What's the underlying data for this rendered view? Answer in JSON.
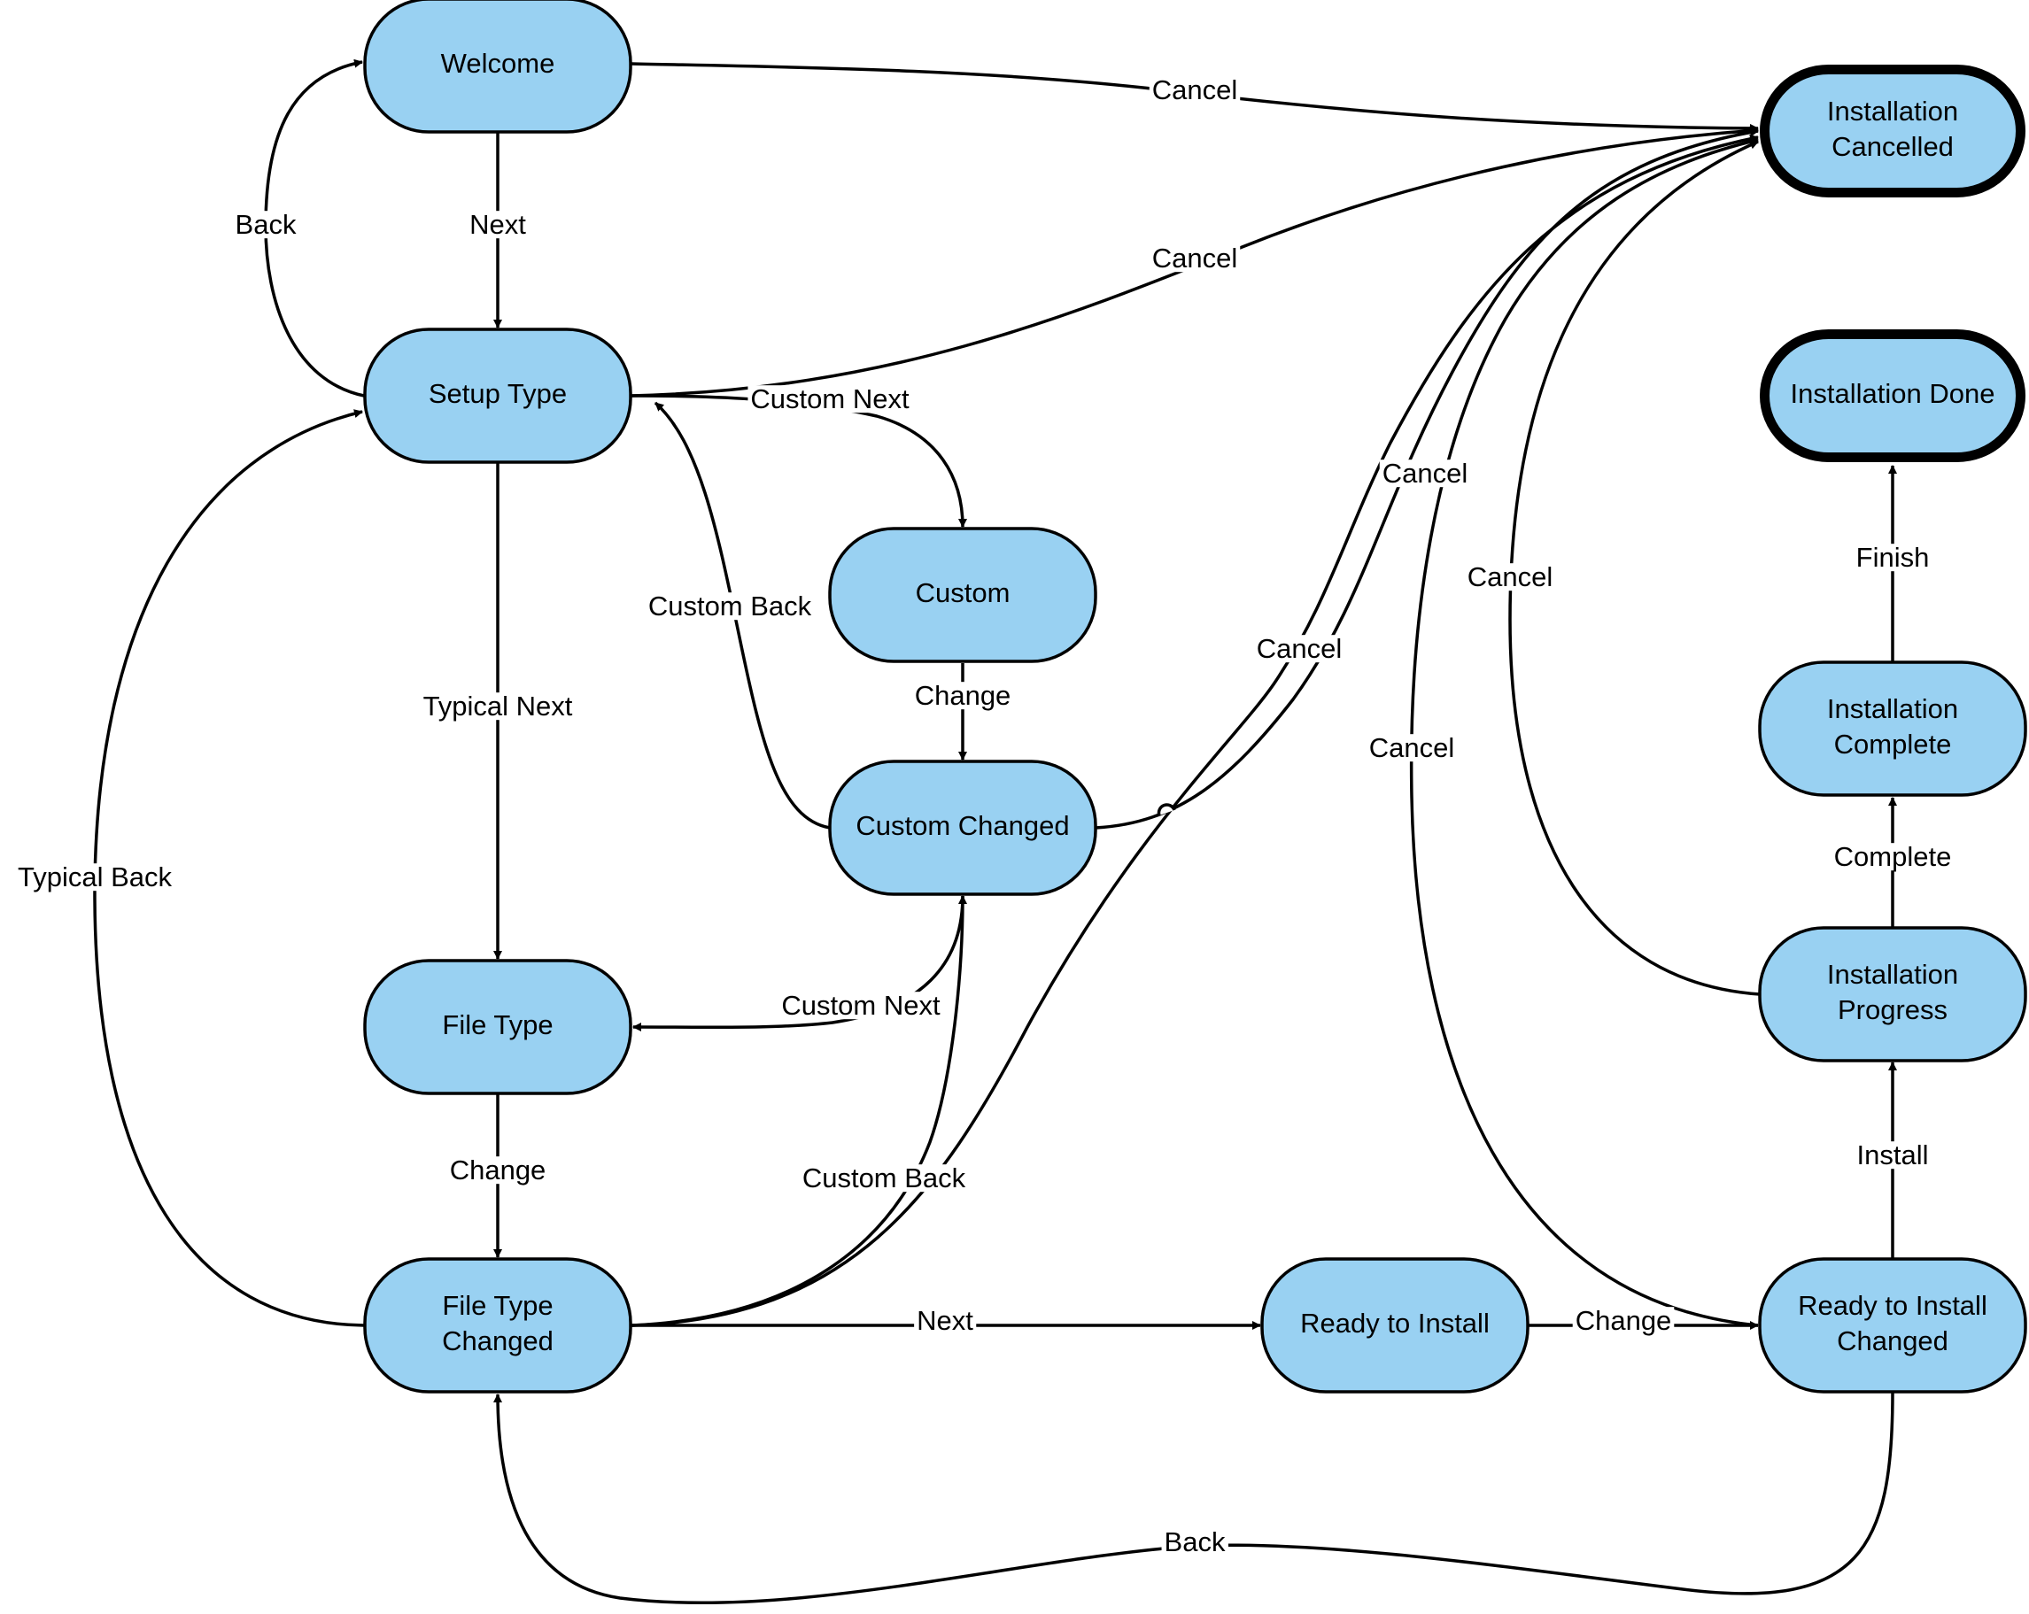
{
  "diagram": {
    "type": "state-machine",
    "colors": {
      "node_fill": "#99d1f2",
      "stroke": "#000000",
      "background": "#ffffff"
    },
    "nodes": [
      {
        "id": "welcome",
        "lines": [
          "Welcome"
        ],
        "terminal": false
      },
      {
        "id": "setup_type",
        "lines": [
          "Setup Type"
        ],
        "terminal": false
      },
      {
        "id": "custom",
        "lines": [
          "Custom"
        ],
        "terminal": false
      },
      {
        "id": "custom_changed",
        "lines": [
          "Custom Changed"
        ],
        "terminal": false
      },
      {
        "id": "file_type",
        "lines": [
          "File Type"
        ],
        "terminal": false
      },
      {
        "id": "file_type_changed",
        "lines": [
          "File Type",
          "Changed"
        ],
        "terminal": false
      },
      {
        "id": "ready_to_install",
        "lines": [
          "Ready to Install"
        ],
        "terminal": false
      },
      {
        "id": "ready_to_install_changed",
        "lines": [
          "Ready to Install",
          "Changed"
        ],
        "terminal": false
      },
      {
        "id": "installation_progress",
        "lines": [
          "Installation",
          "Progress"
        ],
        "terminal": false
      },
      {
        "id": "installation_complete",
        "lines": [
          "Installation",
          "Complete"
        ],
        "terminal": false
      },
      {
        "id": "installation_done",
        "lines": [
          "Installation Done"
        ],
        "terminal": true
      },
      {
        "id": "installation_cancelled",
        "lines": [
          "Installation",
          "Cancelled"
        ],
        "terminal": true
      }
    ],
    "edges": [
      {
        "id": "e1",
        "from": "welcome",
        "to": "setup_type",
        "label": "Next"
      },
      {
        "id": "e2",
        "from": "setup_type",
        "to": "welcome",
        "label": "Back"
      },
      {
        "id": "e3",
        "from": "welcome",
        "to": "installation_cancelled",
        "label": "Cancel"
      },
      {
        "id": "e4",
        "from": "setup_type",
        "to": "installation_cancelled",
        "label": "Cancel"
      },
      {
        "id": "e5",
        "from": "setup_type",
        "to": "custom",
        "label": "Custom Next"
      },
      {
        "id": "e6",
        "from": "custom_changed",
        "to": "setup_type",
        "label": "Custom Back"
      },
      {
        "id": "e7",
        "from": "custom",
        "to": "custom_changed",
        "label": "Change"
      },
      {
        "id": "e8",
        "from": "setup_type",
        "to": "file_type",
        "label": "Typical Next"
      },
      {
        "id": "e9",
        "from": "file_type_changed",
        "to": "setup_type",
        "label": "Typical Back"
      },
      {
        "id": "e10",
        "from": "custom_changed",
        "to": "file_type",
        "label": "Custom Next"
      },
      {
        "id": "e11",
        "from": "file_type_changed",
        "to": "custom_changed",
        "label": "Custom Back"
      },
      {
        "id": "e12",
        "from": "file_type",
        "to": "file_type_changed",
        "label": "Change"
      },
      {
        "id": "e13",
        "from": "custom_changed",
        "to": "installation_cancelled",
        "label": "Cancel"
      },
      {
        "id": "e14",
        "from": "file_type_changed",
        "to": "installation_cancelled",
        "label": "Cancel"
      },
      {
        "id": "e15",
        "from": "ready_to_install_changed",
        "to": "installation_cancelled",
        "label": "Cancel"
      },
      {
        "id": "e16",
        "from": "installation_progress",
        "to": "installation_cancelled",
        "label": "Cancel"
      },
      {
        "id": "e17",
        "from": "file_type_changed",
        "to": "ready_to_install",
        "label": "Next"
      },
      {
        "id": "e18",
        "from": "ready_to_install",
        "to": "ready_to_install_changed",
        "label": "Change"
      },
      {
        "id": "e19",
        "from": "ready_to_install_changed",
        "to": "file_type_changed",
        "label": "Back"
      },
      {
        "id": "e20",
        "from": "ready_to_install_changed",
        "to": "installation_progress",
        "label": "Install"
      },
      {
        "id": "e21",
        "from": "installation_progress",
        "to": "installation_complete",
        "label": "Complete"
      },
      {
        "id": "e22",
        "from": "installation_complete",
        "to": "installation_done",
        "label": "Finish"
      }
    ]
  }
}
